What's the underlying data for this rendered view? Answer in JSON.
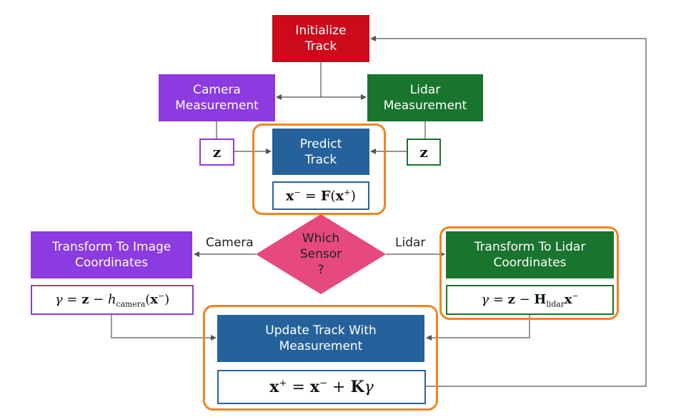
{
  "colors": {
    "red": "#cc0a1c",
    "purple": "#8b3be0",
    "green": "#19742e",
    "blue": "#25629c",
    "pink": "#e6497b",
    "orange": "#f0841f",
    "line": "#555555"
  },
  "nodes": {
    "initialize": "Initialize\nTrack",
    "camera_meas": "Camera\nMeasurement",
    "lidar_meas": "Lidar\nMeasurement",
    "predict": "Predict\nTrack",
    "sensor": "Which\nSensor\n?",
    "transform_camera": "Transform To Image\nCoordinates",
    "transform_lidar": "Transform To Lidar\nCoordinates",
    "update": "Update Track With\nMeasurement"
  },
  "edges": {
    "camera": "Camera",
    "lidar": "Lidar"
  }
}
